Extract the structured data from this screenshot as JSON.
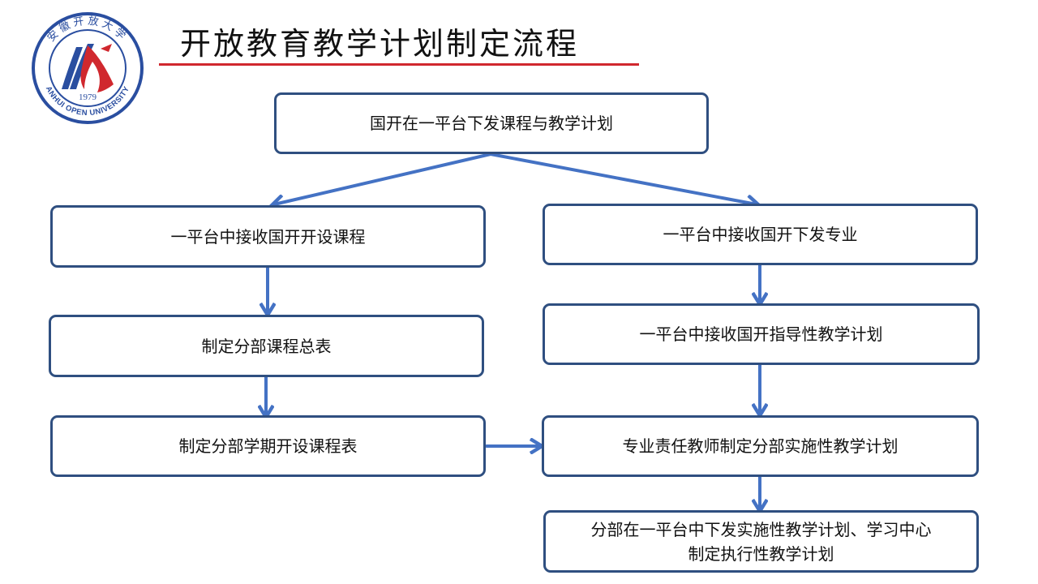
{
  "logo": {
    "text_top": "安徽开放大学",
    "text_bottom": "ANHUI OPEN UNIVERSITY",
    "year": "1979",
    "colors": {
      "ring": "#2a4ea0",
      "red": "#d0282e"
    }
  },
  "title": "开放教育教学计划制定流程",
  "nodes": {
    "n1": "国开在一平台下发课程与教学计划",
    "n2": "一平台中接收国开开设课程",
    "n3": "一平台中接收国开下发专业",
    "n4": "制定分部课程总表",
    "n5": "一平台中接收国开指导性教学计划",
    "n6": "制定分部学期开设课程表",
    "n7": "专业责任教师制定分部实施性教学计划",
    "n8_line1": "分部在一平台中下发实施性教学计划、学习中心",
    "n8_line2": "制定执行性教学计划"
  },
  "colors": {
    "box_border": "#2f4f80",
    "arrow": "#4472c4",
    "title_rule": "#d0282e"
  }
}
